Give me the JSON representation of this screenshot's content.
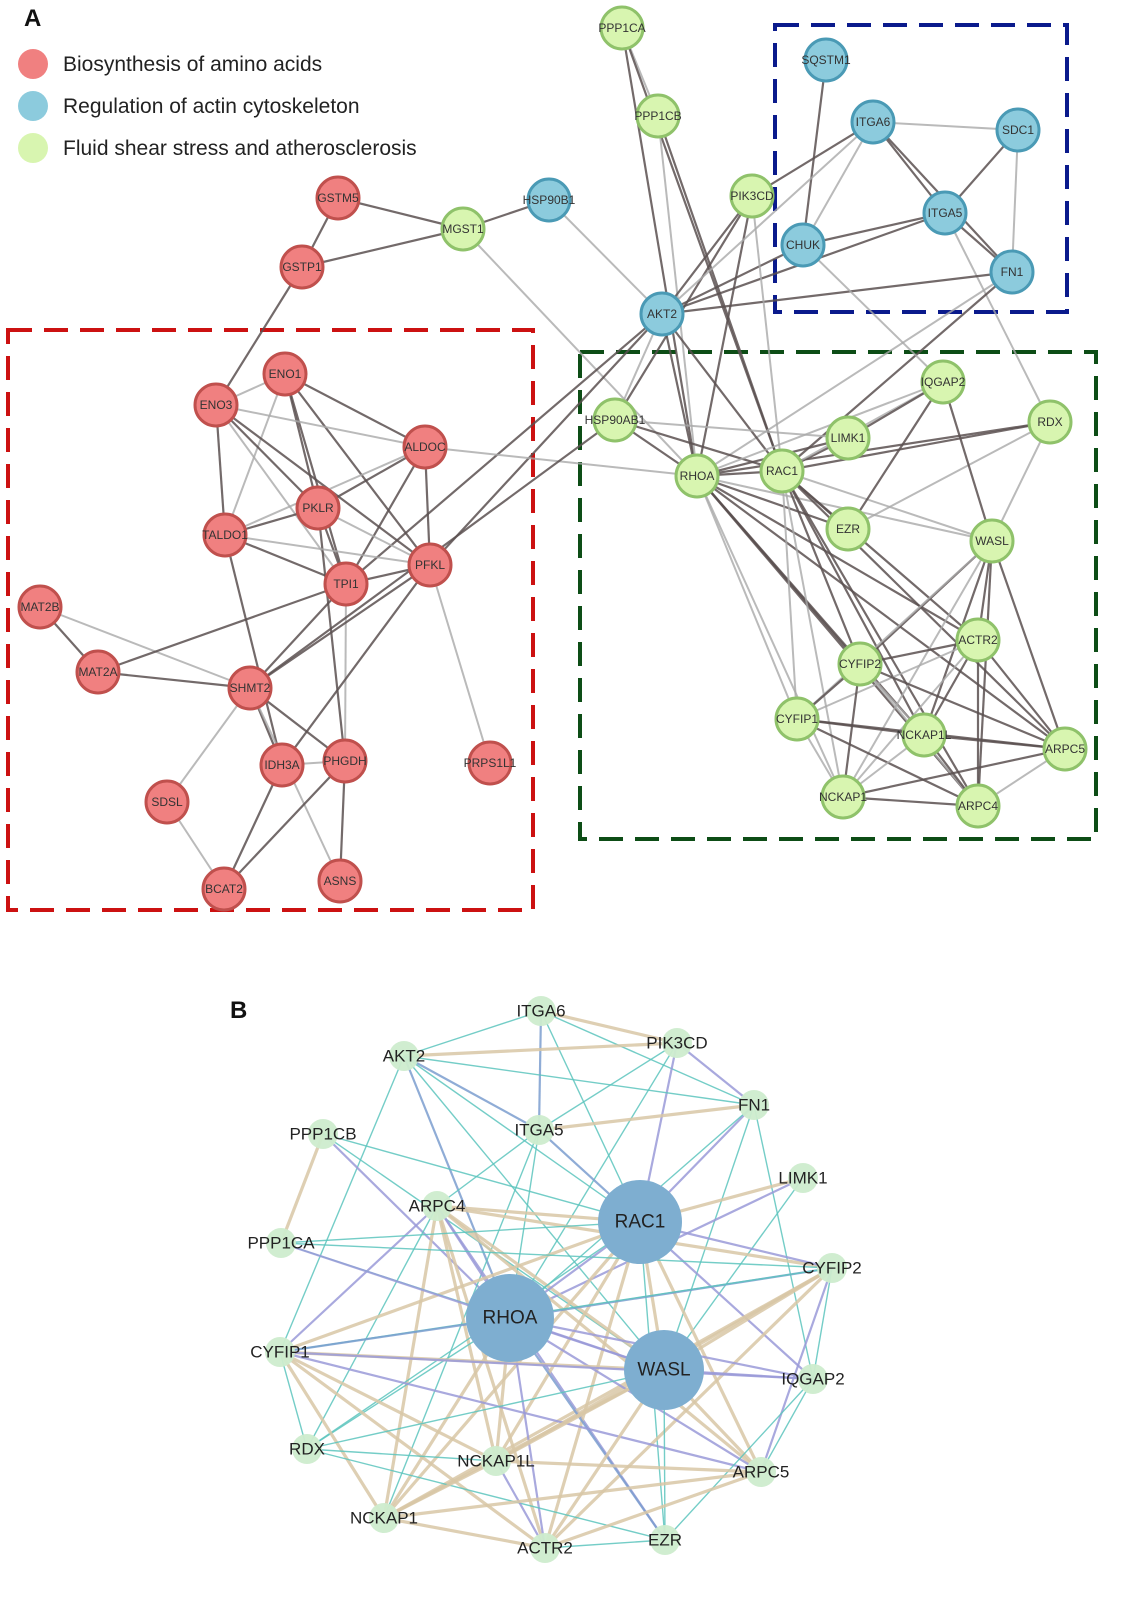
{
  "panel_a": {
    "label": "A",
    "legend": [
      {
        "key": "amino",
        "text": "Biosynthesis of amino acids",
        "color": "#f08080",
        "stroke": "#c0504d"
      },
      {
        "key": "actin",
        "text": "Regulation of actin cytoskeleton",
        "color": "#8ccbdd",
        "stroke": "#4a9ab5"
      },
      {
        "key": "shear",
        "text": "Fluid shear stress and atherosclerosis",
        "color": "#d8f5b0",
        "stroke": "#8fc26a"
      }
    ],
    "box_colors": {
      "red": "#cc1111",
      "blue": "#0a1a8c",
      "green": "#0d4d16"
    },
    "nodes": [
      {
        "id": "PPP1CA",
        "g": "shear"
      },
      {
        "id": "PPP1CB",
        "g": "shear"
      },
      {
        "id": "SQSTM1",
        "g": "actin"
      },
      {
        "id": "ITGA6",
        "g": "actin"
      },
      {
        "id": "SDC1",
        "g": "actin"
      },
      {
        "id": "ITGA5",
        "g": "actin"
      },
      {
        "id": "CHUK",
        "g": "actin"
      },
      {
        "id": "FN1",
        "g": "actin"
      },
      {
        "id": "PIK3CD",
        "g": "shear"
      },
      {
        "id": "HSP90B1",
        "g": "actin"
      },
      {
        "id": "MGST1",
        "g": "shear"
      },
      {
        "id": "GSTM5",
        "g": "amino"
      },
      {
        "id": "GSTP1",
        "g": "amino"
      },
      {
        "id": "AKT2",
        "g": "actin"
      },
      {
        "id": "ENO1",
        "g": "amino"
      },
      {
        "id": "ENO3",
        "g": "amino"
      },
      {
        "id": "ALDOC",
        "g": "amino"
      },
      {
        "id": "PKLR",
        "g": "amino"
      },
      {
        "id": "TALDO1",
        "g": "amino"
      },
      {
        "id": "TPI1",
        "g": "amino"
      },
      {
        "id": "PFKL",
        "g": "amino"
      },
      {
        "id": "MAT2B",
        "g": "amino"
      },
      {
        "id": "MAT2A",
        "g": "amino"
      },
      {
        "id": "SHMT2",
        "g": "amino"
      },
      {
        "id": "IDH3A",
        "g": "amino"
      },
      {
        "id": "PHGDH",
        "g": "amino"
      },
      {
        "id": "SDSL",
        "g": "amino"
      },
      {
        "id": "BCAT2",
        "g": "amino"
      },
      {
        "id": "ASNS",
        "g": "amino"
      },
      {
        "id": "PRPS1L1",
        "g": "amino"
      },
      {
        "id": "HSP90AB1",
        "g": "shear"
      },
      {
        "id": "RHOA",
        "g": "shear"
      },
      {
        "id": "RAC1",
        "g": "shear"
      },
      {
        "id": "LIMK1",
        "g": "shear"
      },
      {
        "id": "IQGAP2",
        "g": "shear"
      },
      {
        "id": "RDX",
        "g": "shear"
      },
      {
        "id": "EZR",
        "g": "shear"
      },
      {
        "id": "WASL",
        "g": "shear"
      },
      {
        "id": "ACTR2",
        "g": "shear"
      },
      {
        "id": "CYFIP2",
        "g": "shear"
      },
      {
        "id": "CYFIP1",
        "g": "shear"
      },
      {
        "id": "NCKAP1L",
        "g": "shear"
      },
      {
        "id": "ARPC5",
        "g": "shear"
      },
      {
        "id": "NCKAP1",
        "g": "shear"
      },
      {
        "id": "ARPC4",
        "g": "shear"
      }
    ],
    "edges": [
      [
        "PPP1CA",
        "PPP1CB"
      ],
      [
        "PPP1CA",
        "RHOA"
      ],
      [
        "PPP1CA",
        "RAC1"
      ],
      [
        "PPP1CB",
        "RHOA"
      ],
      [
        "PPP1CB",
        "RAC1"
      ],
      [
        "SQSTM1",
        "CHUK"
      ],
      [
        "ITGA6",
        "SDC1"
      ],
      [
        "ITGA6",
        "ITGA5"
      ],
      [
        "ITGA6",
        "FN1"
      ],
      [
        "ITGA6",
        "CHUK"
      ],
      [
        "ITGA6",
        "PIK3CD"
      ],
      [
        "SDC1",
        "ITGA5"
      ],
      [
        "SDC1",
        "FN1"
      ],
      [
        "ITGA5",
        "FN1"
      ],
      [
        "ITGA5",
        "CHUK"
      ],
      [
        "ITGA5",
        "RDX"
      ],
      [
        "ITGA5",
        "AKT2"
      ],
      [
        "FN1",
        "AKT2"
      ],
      [
        "FN1",
        "RHOA"
      ],
      [
        "FN1",
        "RAC1"
      ],
      [
        "CHUK",
        "AKT2"
      ],
      [
        "CHUK",
        "IQGAP2"
      ],
      [
        "PIK3CD",
        "AKT2"
      ],
      [
        "PIK3CD",
        "RHOA"
      ],
      [
        "PIK3CD",
        "RAC1"
      ],
      [
        "PIK3CD",
        "HSP90AB1"
      ],
      [
        "HSP90B1",
        "MGST1"
      ],
      [
        "HSP90B1",
        "AKT2"
      ],
      [
        "MGST1",
        "GSTM5"
      ],
      [
        "MGST1",
        "GSTP1"
      ],
      [
        "MGST1",
        "RHOA"
      ],
      [
        "GSTM5",
        "GSTP1"
      ],
      [
        "GSTP1",
        "ENO3"
      ],
      [
        "AKT2",
        "HSP90AB1"
      ],
      [
        "AKT2",
        "RHOA"
      ],
      [
        "AKT2",
        "RAC1"
      ],
      [
        "AKT2",
        "ITGA6"
      ],
      [
        "AKT2",
        "TPI1"
      ],
      [
        "AKT2",
        "PFKL"
      ],
      [
        "ENO1",
        "ENO3"
      ],
      [
        "ENO1",
        "ALDOC"
      ],
      [
        "ENO1",
        "PKLR"
      ],
      [
        "ENO1",
        "TALDO1"
      ],
      [
        "ENO1",
        "TPI1"
      ],
      [
        "ENO1",
        "PFKL"
      ],
      [
        "ENO3",
        "ALDOC"
      ],
      [
        "ENO3",
        "PKLR"
      ],
      [
        "ENO3",
        "TALDO1"
      ],
      [
        "ENO3",
        "TPI1"
      ],
      [
        "ENO3",
        "PFKL"
      ],
      [
        "ALDOC",
        "PKLR"
      ],
      [
        "ALDOC",
        "TALDO1"
      ],
      [
        "ALDOC",
        "TPI1"
      ],
      [
        "ALDOC",
        "PFKL"
      ],
      [
        "ALDOC",
        "RHOA"
      ],
      [
        "PKLR",
        "TALDO1"
      ],
      [
        "PKLR",
        "TPI1"
      ],
      [
        "PKLR",
        "PFKL"
      ],
      [
        "PKLR",
        "PHGDH"
      ],
      [
        "TALDO1",
        "TPI1"
      ],
      [
        "TALDO1",
        "PFKL"
      ],
      [
        "TALDO1",
        "IDH3A"
      ],
      [
        "TPI1",
        "PFKL"
      ],
      [
        "TPI1",
        "PHGDH"
      ],
      [
        "TPI1",
        "SHMT2"
      ],
      [
        "PFKL",
        "SHMT2"
      ],
      [
        "PFKL",
        "PRPS1L1"
      ],
      [
        "PFKL",
        "IDH3A"
      ],
      [
        "MAT2B",
        "MAT2A"
      ],
      [
        "MAT2B",
        "SHMT2"
      ],
      [
        "MAT2A",
        "SHMT2"
      ],
      [
        "MAT2A",
        "TPI1"
      ],
      [
        "SHMT2",
        "SDSL"
      ],
      [
        "SHMT2",
        "PHGDH"
      ],
      [
        "SHMT2",
        "IDH3A"
      ],
      [
        "SHMT2",
        "ASNS"
      ],
      [
        "SHMT2",
        "HSP90AB1"
      ],
      [
        "IDH3A",
        "BCAT2"
      ],
      [
        "IDH3A",
        "PHGDH"
      ],
      [
        "PHGDH",
        "ASNS"
      ],
      [
        "PHGDH",
        "BCAT2"
      ],
      [
        "SDSL",
        "BCAT2"
      ],
      [
        "HSP90AB1",
        "RHOA"
      ],
      [
        "HSP90AB1",
        "RAC1"
      ],
      [
        "HSP90AB1",
        "LIMK1"
      ],
      [
        "RHOA",
        "RAC1"
      ],
      [
        "RHOA",
        "LIMK1"
      ],
      [
        "RHOA",
        "IQGAP2"
      ],
      [
        "RHOA",
        "RDX"
      ],
      [
        "RHOA",
        "EZR"
      ],
      [
        "RHOA",
        "WASL"
      ],
      [
        "RHOA",
        "ACTR2"
      ],
      [
        "RHOA",
        "CYFIP2"
      ],
      [
        "RHOA",
        "CYFIP1"
      ],
      [
        "RHOA",
        "NCKAP1L"
      ],
      [
        "RHOA",
        "ARPC5"
      ],
      [
        "RHOA",
        "NCKAP1"
      ],
      [
        "RHOA",
        "ARPC4"
      ],
      [
        "RAC1",
        "LIMK1"
      ],
      [
        "RAC1",
        "IQGAP2"
      ],
      [
        "RAC1",
        "RDX"
      ],
      [
        "RAC1",
        "EZR"
      ],
      [
        "RAC1",
        "WASL"
      ],
      [
        "RAC1",
        "ACTR2"
      ],
      [
        "RAC1",
        "CYFIP2"
      ],
      [
        "RAC1",
        "CYFIP1"
      ],
      [
        "RAC1",
        "NCKAP1L"
      ],
      [
        "RAC1",
        "ARPC5"
      ],
      [
        "RAC1",
        "NCKAP1"
      ],
      [
        "RAC1",
        "ARPC4"
      ],
      [
        "LIMK1",
        "IQGAP2"
      ],
      [
        "EZR",
        "RDX"
      ],
      [
        "EZR",
        "IQGAP2"
      ],
      [
        "IQGAP2",
        "WASL"
      ],
      [
        "RDX",
        "WASL"
      ],
      [
        "WASL",
        "ACTR2"
      ],
      [
        "WASL",
        "CYFIP2"
      ],
      [
        "WASL",
        "CYFIP1"
      ],
      [
        "WASL",
        "NCKAP1L"
      ],
      [
        "WASL",
        "ARPC5"
      ],
      [
        "WASL",
        "NCKAP1"
      ],
      [
        "WASL",
        "ARPC4"
      ],
      [
        "ACTR2",
        "CYFIP2"
      ],
      [
        "ACTR2",
        "CYFIP1"
      ],
      [
        "ACTR2",
        "NCKAP1L"
      ],
      [
        "ACTR2",
        "ARPC5"
      ],
      [
        "ACTR2",
        "NCKAP1"
      ],
      [
        "ACTR2",
        "ARPC4"
      ],
      [
        "CYFIP2",
        "CYFIP1"
      ],
      [
        "CYFIP2",
        "NCKAP1L"
      ],
      [
        "CYFIP2",
        "ARPC5"
      ],
      [
        "CYFIP2",
        "NCKAP1"
      ],
      [
        "CYFIP2",
        "ARPC4"
      ],
      [
        "CYFIP1",
        "NCKAP1L"
      ],
      [
        "CYFIP1",
        "ARPC5"
      ],
      [
        "CYFIP1",
        "NCKAP1"
      ],
      [
        "CYFIP1",
        "ARPC4"
      ],
      [
        "NCKAP1L",
        "ARPC5"
      ],
      [
        "NCKAP1L",
        "NCKAP1"
      ],
      [
        "NCKAP1L",
        "ARPC4"
      ],
      [
        "ARPC5",
        "NCKAP1"
      ],
      [
        "ARPC5",
        "ARPC4"
      ],
      [
        "NCKAP1",
        "ARPC4"
      ]
    ]
  },
  "panel_b": {
    "label": "B",
    "node_color_small": "#cdeccd",
    "node_color_hub": "#7eaed0",
    "edge_colors": [
      "#5cc4bd",
      "#d8c7a6",
      "#9a9ad8",
      "#7b9dcf"
    ],
    "nodes": [
      {
        "id": "ITGA6",
        "hub": false
      },
      {
        "id": "PIK3CD",
        "hub": false
      },
      {
        "id": "AKT2",
        "hub": false
      },
      {
        "id": "FN1",
        "hub": false
      },
      {
        "id": "PPP1CB",
        "hub": false
      },
      {
        "id": "ITGA5",
        "hub": false
      },
      {
        "id": "LIMK1",
        "hub": false
      },
      {
        "id": "ARPC4",
        "hub": false
      },
      {
        "id": "RAC1",
        "hub": true
      },
      {
        "id": "PPP1CA",
        "hub": false
      },
      {
        "id": "CYFIP2",
        "hub": false
      },
      {
        "id": "RHOA",
        "hub": true
      },
      {
        "id": "CYFIP1",
        "hub": false
      },
      {
        "id": "WASL",
        "hub": true
      },
      {
        "id": "IQGAP2",
        "hub": false
      },
      {
        "id": "RDX",
        "hub": false
      },
      {
        "id": "NCKAP1L",
        "hub": false
      },
      {
        "id": "ARPC5",
        "hub": false
      },
      {
        "id": "NCKAP1",
        "hub": false
      },
      {
        "id": "EZR",
        "hub": false
      },
      {
        "id": "ACTR2",
        "hub": false
      }
    ],
    "edges": [
      [
        "ITGA6",
        "PIK3CD",
        1
      ],
      [
        "ITGA6",
        "AKT2",
        0
      ],
      [
        "ITGA6",
        "FN1",
        0
      ],
      [
        "ITGA6",
        "ITGA5",
        3
      ],
      [
        "ITGA6",
        "RAC1",
        0
      ],
      [
        "PIK3CD",
        "AKT2",
        1
      ],
      [
        "PIK3CD",
        "FN1",
        2
      ],
      [
        "PIK3CD",
        "ITGA5",
        0
      ],
      [
        "PIK3CD",
        "RAC1",
        2
      ],
      [
        "PIK3CD",
        "RHOA",
        0
      ],
      [
        "AKT2",
        "FN1",
        0
      ],
      [
        "AKT2",
        "ITGA5",
        3
      ],
      [
        "AKT2",
        "RAC1",
        0
      ],
      [
        "AKT2",
        "RHOA",
        3
      ],
      [
        "AKT2",
        "WASL",
        0
      ],
      [
        "AKT2",
        "CYFIP1",
        0
      ],
      [
        "FN1",
        "ITGA5",
        1
      ],
      [
        "FN1",
        "RAC1",
        2
      ],
      [
        "FN1",
        "RHOA",
        0
      ],
      [
        "FN1",
        "WASL",
        0
      ],
      [
        "FN1",
        "IQGAP2",
        0
      ],
      [
        "PPP1CB",
        "PPP1CA",
        1
      ],
      [
        "PPP1CB",
        "RAC1",
        0
      ],
      [
        "PPP1CB",
        "RHOA",
        2
      ],
      [
        "PPP1CB",
        "WASL",
        0
      ],
      [
        "ITGA5",
        "RAC1",
        3
      ],
      [
        "ITGA5",
        "RHOA",
        0
      ],
      [
        "ITGA5",
        "ARPC4",
        0
      ],
      [
        "ITGA5",
        "NCKAP1",
        0
      ],
      [
        "LIMK1",
        "RAC1",
        1
      ],
      [
        "LIMK1",
        "RHOA",
        2
      ],
      [
        "LIMK1",
        "WASL",
        0
      ],
      [
        "ARPC4",
        "RAC1",
        1
      ],
      [
        "ARPC4",
        "RHOA",
        2
      ],
      [
        "ARPC4",
        "WASL",
        1
      ],
      [
        "ARPC4",
        "CYFIP2",
        1
      ],
      [
        "ARPC4",
        "CYFIP1",
        2
      ],
      [
        "ARPC4",
        "NCKAP1L",
        1
      ],
      [
        "ARPC4",
        "ARPC5",
        1
      ],
      [
        "ARPC4",
        "NCKAP1",
        1
      ],
      [
        "ARPC4",
        "ACTR2",
        1
      ],
      [
        "ARPC4",
        "EZR",
        2
      ],
      [
        "ARPC4",
        "RDX",
        0
      ],
      [
        "RAC1",
        "PPP1CA",
        0
      ],
      [
        "RAC1",
        "CYFIP2",
        2
      ],
      [
        "RAC1",
        "RHOA",
        2
      ],
      [
        "RAC1",
        "CYFIP1",
        1
      ],
      [
        "RAC1",
        "WASL",
        1
      ],
      [
        "RAC1",
        "IQGAP2",
        2
      ],
      [
        "RAC1",
        "RDX",
        0
      ],
      [
        "RAC1",
        "NCKAP1L",
        1
      ],
      [
        "RAC1",
        "ARPC5",
        1
      ],
      [
        "RAC1",
        "NCKAP1",
        1
      ],
      [
        "RAC1",
        "EZR",
        0
      ],
      [
        "RAC1",
        "ACTR2",
        1
      ],
      [
        "PPP1CA",
        "RHOA",
        0
      ],
      [
        "PPP1CA",
        "CYFIP2",
        0
      ],
      [
        "PPP1CA",
        "WASL",
        2
      ],
      [
        "CYFIP2",
        "RHOA",
        3
      ],
      [
        "CYFIP2",
        "WASL",
        1
      ],
      [
        "CYFIP2",
        "CYFIP1",
        0
      ],
      [
        "CYFIP2",
        "NCKAP1L",
        1
      ],
      [
        "CYFIP2",
        "NCKAP1",
        1
      ],
      [
        "CYFIP2",
        "ACTR2",
        1
      ],
      [
        "CYFIP2",
        "ARPC5",
        2
      ],
      [
        "CYFIP2",
        "IQGAP2",
        0
      ],
      [
        "RHOA",
        "CYFIP1",
        3
      ],
      [
        "RHOA",
        "WASL",
        2
      ],
      [
        "RHOA",
        "IQGAP2",
        2
      ],
      [
        "RHOA",
        "RDX",
        0
      ],
      [
        "RHOA",
        "NCKAP1L",
        1
      ],
      [
        "RHOA",
        "ARPC5",
        2
      ],
      [
        "RHOA",
        "NCKAP1",
        1
      ],
      [
        "RHOA",
        "EZR",
        3
      ],
      [
        "RHOA",
        "ACTR2",
        2
      ],
      [
        "CYFIP1",
        "WASL",
        1
      ],
      [
        "CYFIP1",
        "IQGAP2",
        2
      ],
      [
        "CYFIP1",
        "NCKAP1L",
        1
      ],
      [
        "CYFIP1",
        "ARPC5",
        2
      ],
      [
        "CYFIP1",
        "NCKAP1",
        1
      ],
      [
        "CYFIP1",
        "ACTR2",
        1
      ],
      [
        "CYFIP1",
        "RDX",
        0
      ],
      [
        "WASL",
        "IQGAP2",
        2
      ],
      [
        "WASL",
        "RDX",
        0
      ],
      [
        "WASL",
        "NCKAP1L",
        1
      ],
      [
        "WASL",
        "ARPC5",
        1
      ],
      [
        "WASL",
        "NCKAP1",
        1
      ],
      [
        "WASL",
        "EZR",
        0
      ],
      [
        "WASL",
        "ACTR2",
        1
      ],
      [
        "IQGAP2",
        "ARPC5",
        0
      ],
      [
        "IQGAP2",
        "EZR",
        0
      ],
      [
        "RDX",
        "EZR",
        0
      ],
      [
        "RDX",
        "NCKAP1L",
        0
      ],
      [
        "NCKAP1L",
        "ARPC5",
        1
      ],
      [
        "NCKAP1L",
        "NCKAP1",
        1
      ],
      [
        "NCKAP1L",
        "ACTR2",
        2
      ],
      [
        "ARPC5",
        "NCKAP1",
        1
      ],
      [
        "ARPC5",
        "ACTR2",
        1
      ],
      [
        "NCKAP1",
        "ACTR2",
        1
      ],
      [
        "EZR",
        "ACTR2",
        0
      ]
    ]
  }
}
